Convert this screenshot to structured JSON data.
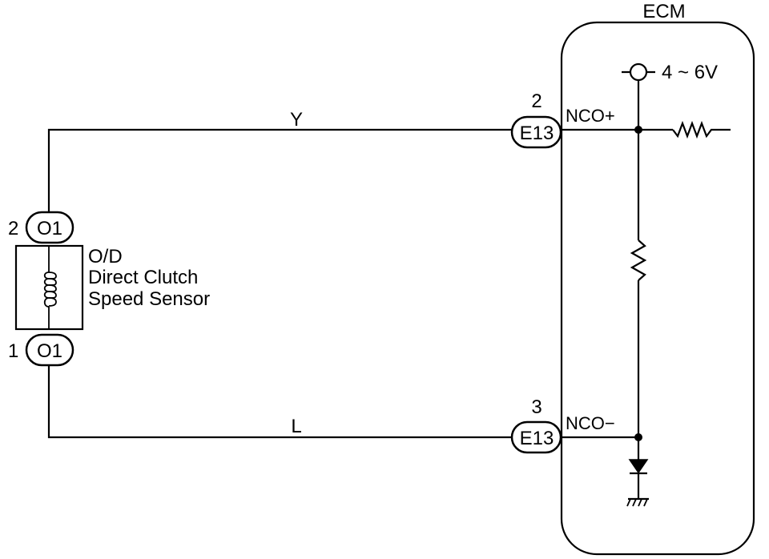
{
  "ecm": {
    "title": "ECM",
    "supply_voltage": "4 ~ 6V",
    "terminal_plus": "NCO+",
    "terminal_minus": "NCO−"
  },
  "sensor": {
    "name_line1": "O/D",
    "name_line2": "Direct Clutch",
    "name_line3": "Speed Sensor",
    "connector_top": {
      "code": "O1",
      "pin": "2"
    },
    "connector_bottom": {
      "code": "O1",
      "pin": "1"
    }
  },
  "wires": {
    "top_color": "Y",
    "bottom_color": "L"
  },
  "ecm_connectors": {
    "top": {
      "code": "E13",
      "pin": "2"
    },
    "bottom": {
      "code": "E13",
      "pin": "3"
    }
  }
}
